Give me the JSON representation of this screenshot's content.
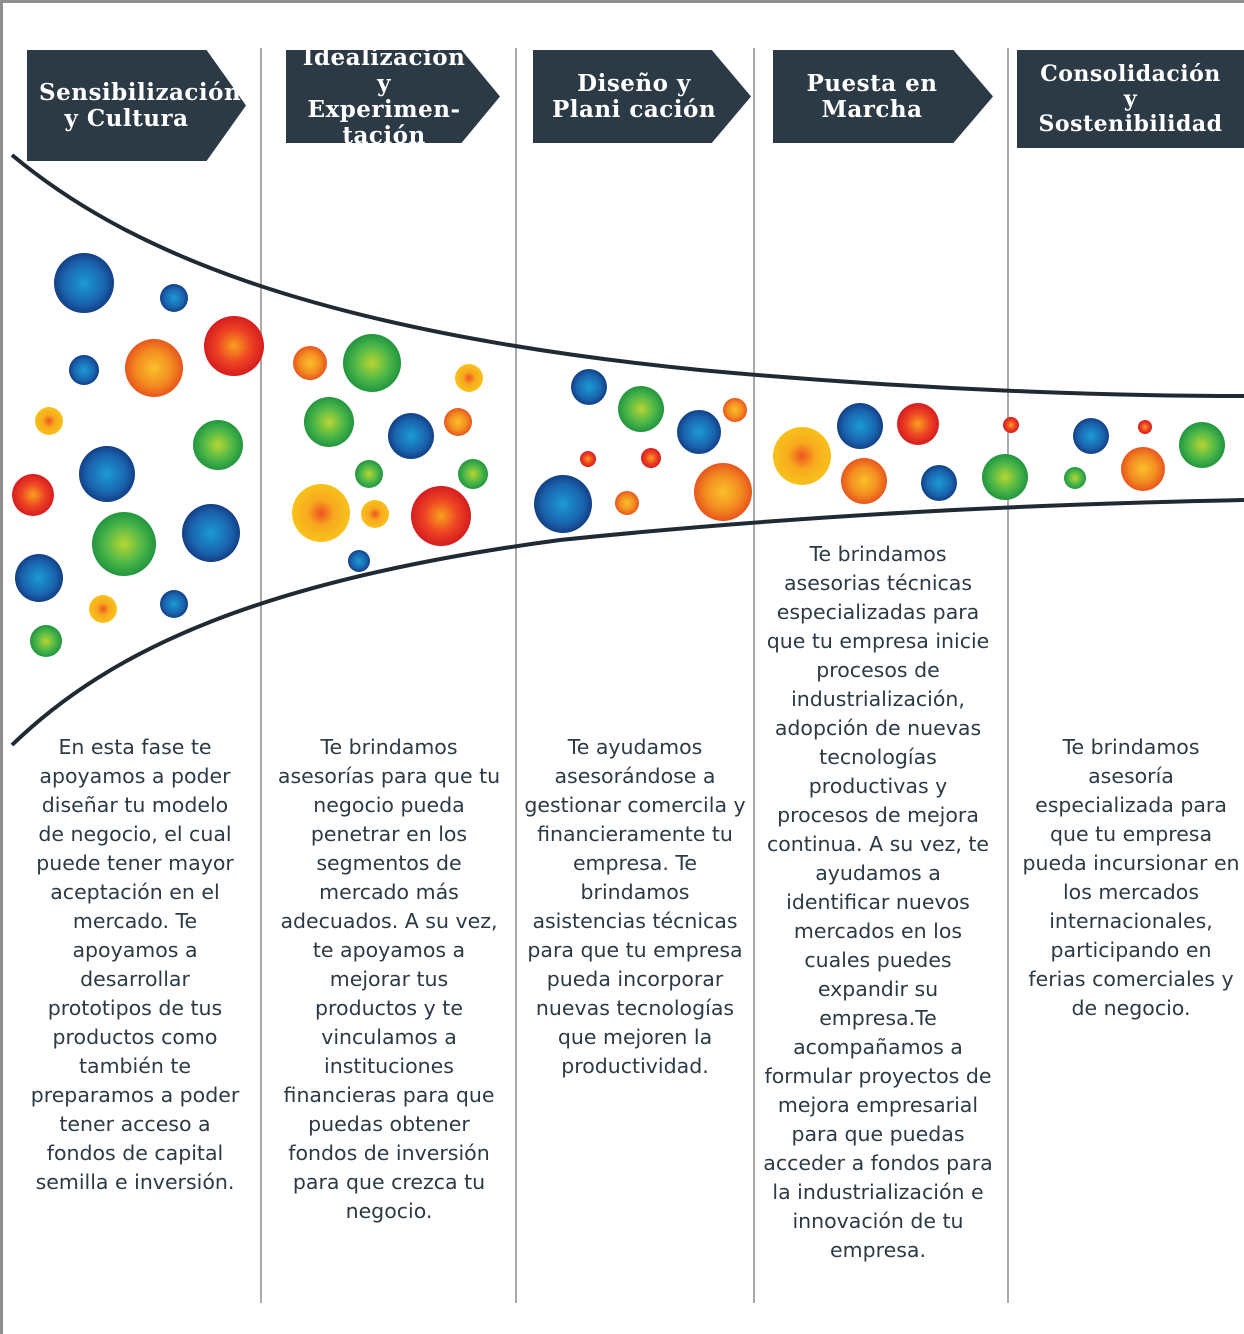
{
  "stages": [
    {
      "title": "Sensibilización\ny Cultura"
    },
    {
      "title": "Idealización\ny Experimen-\ntación"
    },
    {
      "title": "Diseño y\nPlani cación"
    },
    {
      "title": "Puesta en\nMarcha"
    },
    {
      "title": "Consolidación\ny\nSostenibilidad"
    }
  ],
  "descriptions": [
    "En esta fase te apoyamos a poder diseñar tu modelo de negocio, el cual puede tener mayor aceptación en el mercado. Te apoyamos a desarrollar prototipos de tus productos como también te preparamos a poder tener acceso a fondos de capital semilla e inversión.",
    "Te brindamos asesorías para que tu negocio pueda penetrar en los segmentos de mercado más adecuados. A su vez, te apoyamos a mejorar tus productos y te vinculamos a instituciones financieras para que puedas obtener fondos de inversión para que crezca tu negocio.",
    "Te ayudamos asesorándose a gestionar comercila y financieramente tu empresa. Te brindamos asistencias técnicas para que tu empresa pueda incorporar nuevas tecnologías que mejoren la productividad.",
    "Te brindamos asesorias técnicas especializadas para que tu empresa inicie procesos de industrialización, adopción de nuevas tecnologías productivas y procesos de mejora continua. A su vez, te ayudamos a identificar nuevos mercados en los cuales puedes expandir su empresa.Te acompañamos a formular proyectos de mejora empresarial para que puedas acceder a fondos para la industrialización e innovación de tu empresa.",
    "Te brindamos asesoría especializada para que tu empresa pueda incursionar en los mercados internacionales, participando en ferias comerciales y de negocio."
  ],
  "colors": {
    "banner": "#2c3a46",
    "text": "#2c3a46",
    "divider": "#a9a9a9",
    "blue": "#1e6fb8",
    "green": "#3ab14a",
    "orange": "#f28a1e",
    "red": "#e52a1f",
    "yellow": "#f6b51b"
  }
}
